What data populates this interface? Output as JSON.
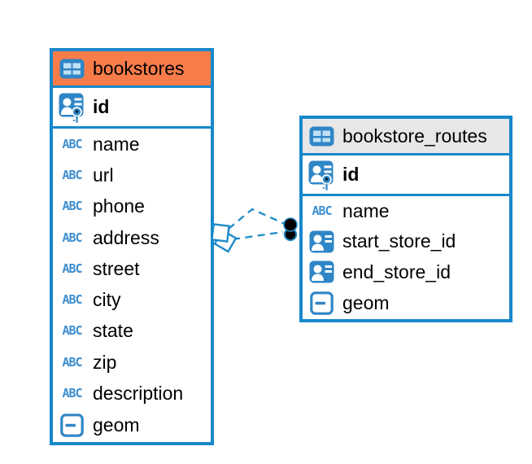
{
  "colors": {
    "accent_blue": "#1788CB",
    "icon_blue": "#2F86C7",
    "icon_cell_light": "#BFE0F5",
    "orange_header": "#F87C4A",
    "gray_header": "#E7E7E7",
    "line_blue": "#1E8BC9",
    "dot_black": "#000000",
    "background": "#FFFFFF"
  },
  "tables": [
    {
      "name": "bookstores",
      "header_style": "orange",
      "icon": "table",
      "primary_key": {
        "name": "id",
        "icon": "primary-key"
      },
      "columns": [
        {
          "name": "name",
          "icon": "text"
        },
        {
          "name": "url",
          "icon": "text"
        },
        {
          "name": "phone",
          "icon": "text"
        },
        {
          "name": "address",
          "icon": "text"
        },
        {
          "name": "street",
          "icon": "text"
        },
        {
          "name": "city",
          "icon": "text"
        },
        {
          "name": "state",
          "icon": "text"
        },
        {
          "name": "zip",
          "icon": "text"
        },
        {
          "name": "description",
          "icon": "text"
        },
        {
          "name": "geom",
          "icon": "geometry"
        }
      ]
    },
    {
      "name": "bookstore_routes",
      "header_style": "gray",
      "icon": "table",
      "primary_key": {
        "name": "id",
        "icon": "primary-key"
      },
      "columns": [
        {
          "name": "name",
          "icon": "text"
        },
        {
          "name": "start_store_id",
          "icon": "id-reference"
        },
        {
          "name": "end_store_id",
          "icon": "id-reference"
        },
        {
          "name": "geom",
          "icon": "geometry"
        }
      ]
    }
  ],
  "relationships": [
    {
      "from_table": "bookstores",
      "to_table": "bookstore_routes",
      "line_style": "dashed",
      "from_marker": "diamond",
      "to_marker": "dot"
    },
    {
      "from_table": "bookstores",
      "to_table": "bookstore_routes",
      "line_style": "dashed",
      "from_marker": "diamond",
      "to_marker": "dot"
    }
  ]
}
